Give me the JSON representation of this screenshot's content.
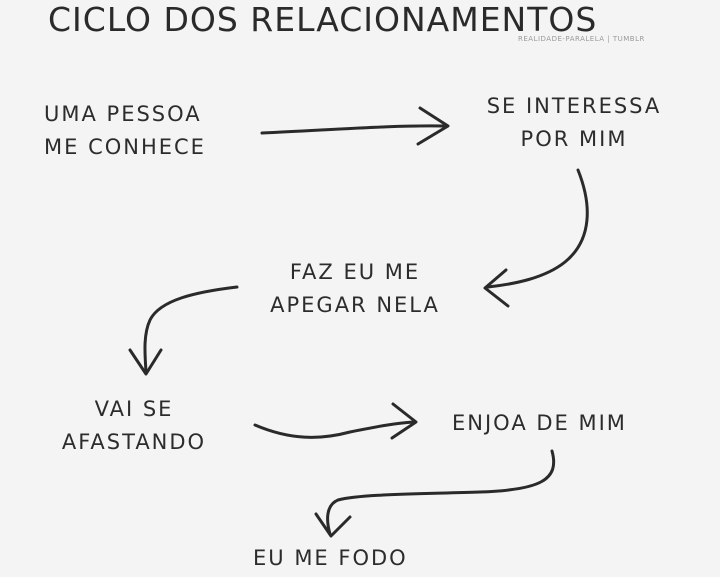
{
  "title": "CICLO DOS RELACIONAMENTOS",
  "watermark": "REALIDADE-PARALELA | TUMBLR",
  "steps": [
    {
      "line1": "UMA PESSOA",
      "line2": "ME CONHECE"
    },
    {
      "line1": "SE INTERESSA",
      "line2": "POR MIM"
    },
    {
      "line1": "FAZ EU ME",
      "line2": "APEGAR NELA"
    },
    {
      "line1": "VAI SE",
      "line2": "AFASTANDO"
    },
    {
      "line1": "ENJOA DE MIM",
      "line2": ""
    },
    {
      "line1": "EU ME FODO",
      "line2": ""
    }
  ],
  "colors": {
    "background": "#f4f4f4",
    "ink": "#2a2a2a"
  }
}
